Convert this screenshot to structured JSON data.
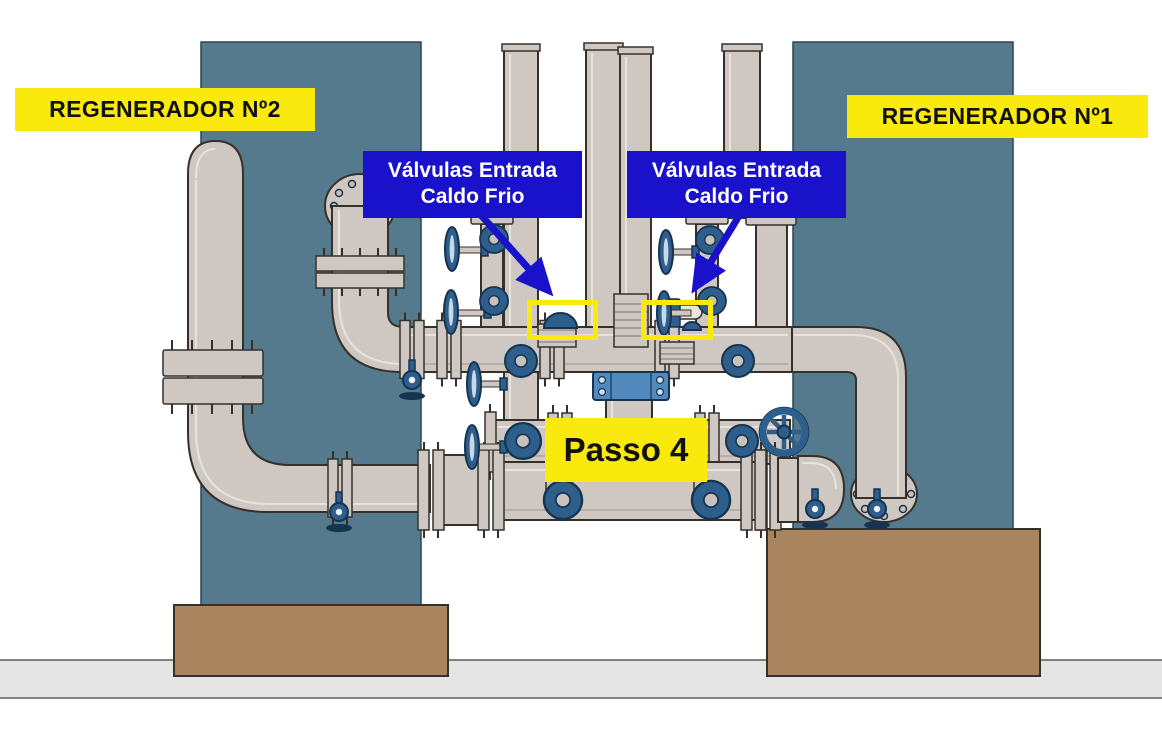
{
  "labels": {
    "regenerator2": "REGENERADOR Nº2",
    "regenerator1": "REGENERADOR Nº1"
  },
  "callouts": {
    "left": {
      "line1": "Válvulas Entrada",
      "line2": "Caldo Frio"
    },
    "right": {
      "line1": "Válvulas Entrada",
      "line2": "Caldo Frio"
    }
  },
  "step": {
    "label": "Passo 4"
  },
  "colors": {
    "yellow": "#F9E90C",
    "label_blue": "#1A12CB",
    "teal": "#567A8D",
    "teal_line": "#2F4450",
    "pipe": "#CFC8C2",
    "pipe_shade": "#AFA59E",
    "pipe_light": "#E7E2DD",
    "outline": "#36302B",
    "valve": "#2E5E8C",
    "valve_dark": "#16334F",
    "bore": "#C9C2BB",
    "brown": "#A9845F",
    "floor": "#E5E5E5",
    "floor_line": "#5B5B5B"
  }
}
